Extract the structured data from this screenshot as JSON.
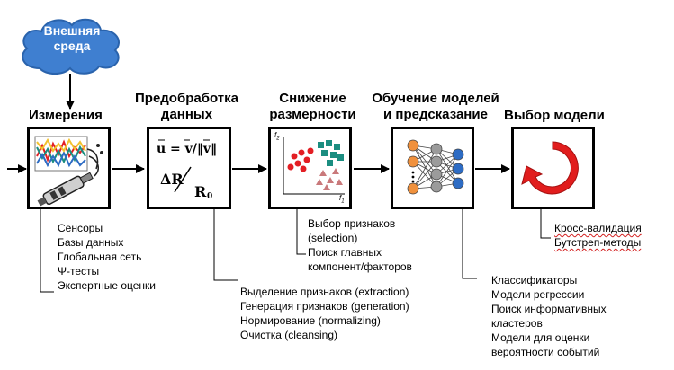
{
  "environment": {
    "label_line1": "Внешняя",
    "label_line2": "среда"
  },
  "stages": [
    {
      "id": "measurement",
      "title": [
        "Измерения"
      ],
      "items": [
        "Сенсоры",
        "Базы данных",
        "Глобальная сеть",
        "Ψ-тесты",
        "Экспертные оценки"
      ]
    },
    {
      "id": "preprocessing",
      "title": [
        "Предобработка",
        "данных"
      ],
      "items": [
        "Выделение признаков (extraction)",
        "Генерация признаков (generation)",
        "Нормирование (normalizing)",
        "Очистка (cleansing)"
      ]
    },
    {
      "id": "dimensionality",
      "title": [
        "Снижение",
        "размерности"
      ],
      "items": [
        "Выбор признаков",
        "(selection)",
        "Поиск главных",
        "компонент/факторов"
      ]
    },
    {
      "id": "learning",
      "title": [
        "Обучение моделей",
        "и предсказание"
      ],
      "items": [
        "Классификаторы",
        "Модели регрессии",
        "Поиск информативных",
        "кластеров",
        "Модели для  оценки",
        "вероятности событий"
      ]
    },
    {
      "id": "selection",
      "title": [
        "Выбор модели"
      ],
      "items": [
        "Кросс-валидация",
        "Бутстреп-методы"
      ]
    }
  ],
  "formula": {
    "line1": "u = v/‖v‖",
    "line2a": "ΔR",
    "line2b": "R",
    "sub": "0"
  },
  "scatter_axes": {
    "x": "f",
    "x_sub": "1",
    "y": "f",
    "y_sub": "2"
  },
  "colors": {
    "cloud": "#3f7fd0",
    "cloud_stroke": "#2a63ac",
    "red_points": "#e31e24",
    "teal_points": "#1b8d80",
    "triangles": "#c9797b",
    "nn_input": "#f0913d",
    "nn_hidden": "#9b9b9b",
    "nn_output": "#2d6cc4",
    "cycle_arrow": "#e11d1d"
  }
}
